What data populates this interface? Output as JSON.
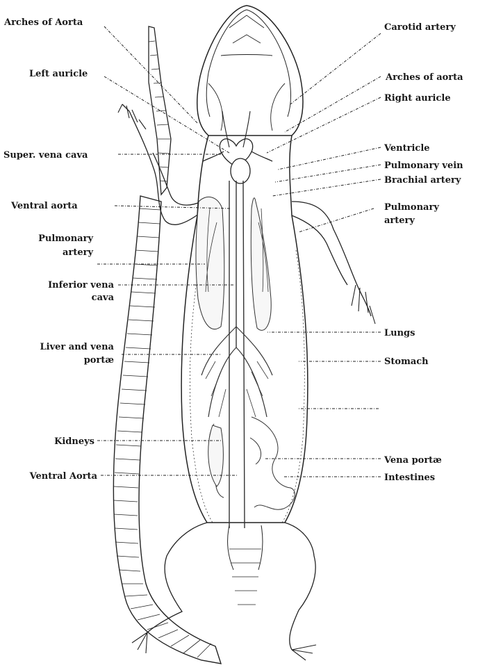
{
  "labels": {
    "left": {
      "arches_of_aorta": "Arches of Aorta",
      "left_auricle": "Left auricle",
      "super_vena_cava": "Super. vena cava",
      "ventral_aorta": "Ventral aorta",
      "pulmonary_artery_1": "Pulmonary",
      "pulmonary_artery_2": "artery",
      "inferior_vena_cava_1": "Inferior vena",
      "inferior_vena_cava_2": "cava",
      "liver_1": "Liver and vena",
      "liver_2": "portæ",
      "kidneys": "Kidneys",
      "ventral_aorta_lower": "Ventral Aorta"
    },
    "right": {
      "carotid_artery": "Carotid artery",
      "arches_of_aorta": "Arches of aorta",
      "right_auricle": "Right auricle",
      "ventricle": "Ventricle",
      "pulmonary_vein": "Pulmonary vein",
      "brachial_artery": "Brachial artery",
      "pulmonary_artery_1": "Pulmonary",
      "pulmonary_artery_2": "artery",
      "lungs": "Lungs",
      "stomach": "Stomach",
      "vena_portae": "Vena portæ",
      "intestines": "Intestines"
    }
  }
}
